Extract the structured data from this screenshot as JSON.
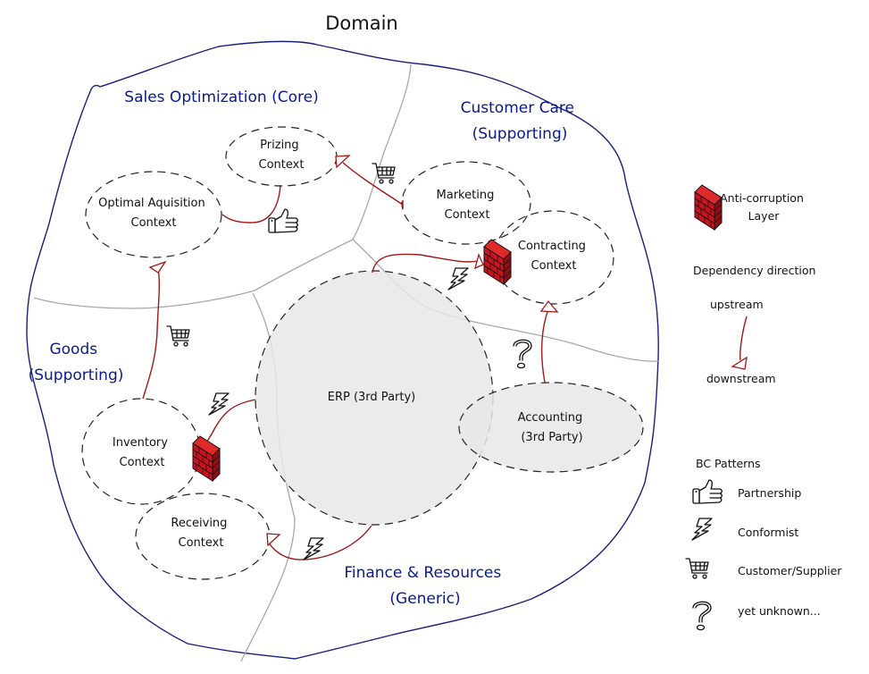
{
  "title": "Domain",
  "subdomains": [
    {
      "id": "sales",
      "label_lines": [
        "Sales Optimization (Core)"
      ]
    },
    {
      "id": "customer-care",
      "label_lines": [
        "Customer Care",
        "(Supporting)"
      ]
    },
    {
      "id": "goods",
      "label_lines": [
        "Goods",
        "(Supporting)"
      ]
    },
    {
      "id": "finance",
      "label_lines": [
        "Finance & Resources",
        "(Generic)"
      ]
    }
  ],
  "contexts": [
    {
      "id": "prizing",
      "label_lines": [
        "Prizing",
        "Context"
      ],
      "third_party": false
    },
    {
      "id": "optimal-aquisition",
      "label_lines": [
        "Optimal Aquisition",
        "Context"
      ],
      "third_party": false
    },
    {
      "id": "marketing",
      "label_lines": [
        "Marketing",
        "Context"
      ],
      "third_party": false
    },
    {
      "id": "contracting",
      "label_lines": [
        "Contracting",
        "Context"
      ],
      "third_party": false
    },
    {
      "id": "erp",
      "label_lines": [
        "ERP (3rd Party)"
      ],
      "third_party": true
    },
    {
      "id": "accounting",
      "label_lines": [
        "Accounting",
        "(3rd Party)"
      ],
      "third_party": true
    },
    {
      "id": "inventory",
      "label_lines": [
        "Inventory",
        "Context"
      ],
      "third_party": false
    },
    {
      "id": "receiving",
      "label_lines": [
        "Receiving",
        "Context"
      ],
      "third_party": false
    }
  ],
  "relationships": [
    {
      "from": "prizing",
      "to": "optimal-aquisition",
      "pattern": "partnership"
    },
    {
      "from": "marketing",
      "to": "prizing",
      "pattern": "customer-supplier",
      "upstream": "marketing",
      "downstream": "prizing"
    },
    {
      "from": "erp",
      "to": "contracting",
      "pattern": "conformist",
      "anti_corruption_layer": true
    },
    {
      "from": "inventory",
      "to": "optimal-aquisition",
      "pattern": "customer-supplier"
    },
    {
      "from": "erp",
      "to": "inventory",
      "pattern": "conformist",
      "anti_corruption_layer": true
    },
    {
      "from": "erp",
      "to": "receiving",
      "pattern": "conformist"
    },
    {
      "from": "accounting",
      "to": "contracting",
      "pattern": "yet-unknown"
    }
  ],
  "legend": {
    "acl_label_lines": [
      "Anti-corruption",
      "Layer"
    ],
    "dependency_title": "Dependency direction",
    "upstream": "upstream",
    "downstream": "downstream",
    "patterns_title": "BC Patterns",
    "patterns": [
      {
        "icon": "thumbs-up-icon",
        "label": "Partnership"
      },
      {
        "icon": "lightning-icon",
        "label": "Conformist"
      },
      {
        "icon": "shopping-cart-icon",
        "label": "Customer/Supplier"
      },
      {
        "icon": "question-mark-icon",
        "label": "yet unknown..."
      }
    ]
  },
  "colors": {
    "domain_border": "#1a1f7a",
    "subdomain_label": "#0a1a8c",
    "dependency": "#a01818",
    "acl_wall": "#c8141e",
    "third_party_fill": "#e8e8e8"
  }
}
